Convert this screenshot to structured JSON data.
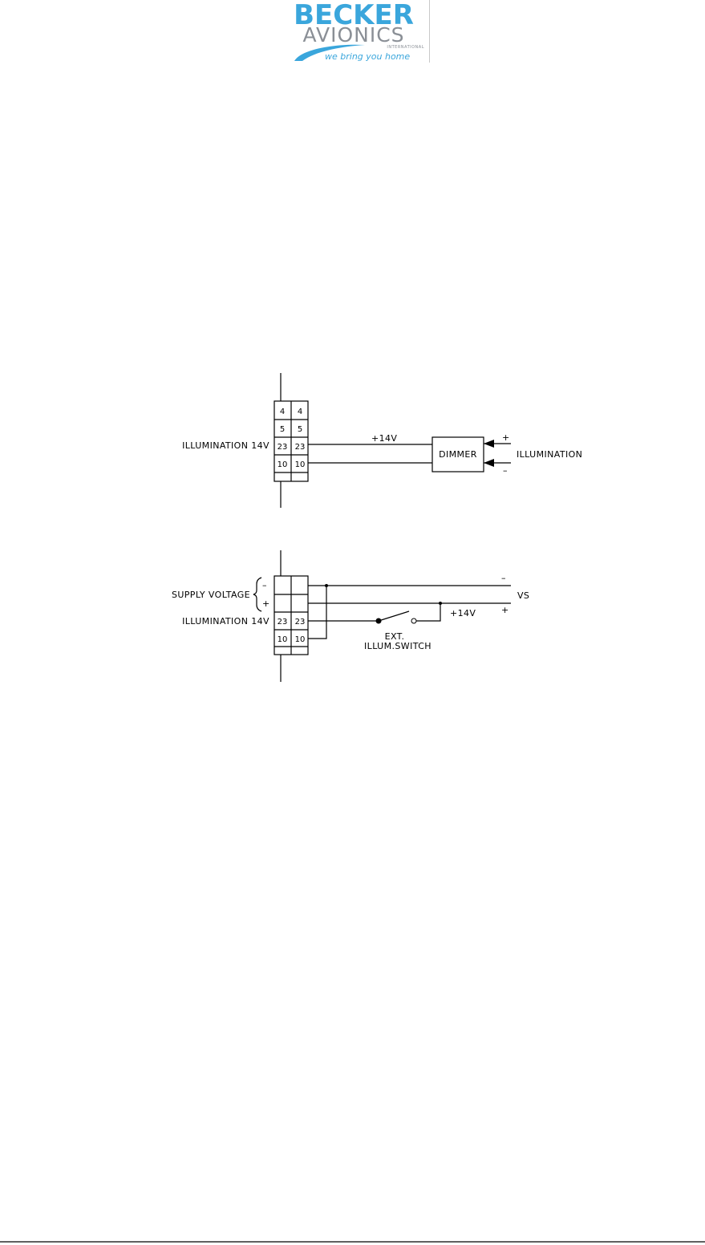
{
  "logo": {
    "line1": "BECKER",
    "line2": "AVIONICS",
    "line3": "INTERNATIONAL",
    "tagline": "we bring you home",
    "colors": {
      "blue": "#3aa6dc",
      "gray": "#8a8f96"
    }
  },
  "diagram1": {
    "pins": [
      {
        "left": "4",
        "right": "4"
      },
      {
        "left": "5",
        "right": "5"
      },
      {
        "left": "23",
        "right": "23"
      },
      {
        "left": "10",
        "right": "10"
      }
    ],
    "illumination_label": "ILLUMINATION 14V",
    "wire_label": "+14V",
    "dimmer_label": "DIMMER",
    "plus": "+",
    "minus": "–",
    "input_label": "ILLUMINATION"
  },
  "diagram2": {
    "pins": [
      {
        "left": "",
        "right": ""
      },
      {
        "left": "",
        "right": ""
      },
      {
        "left": "23",
        "right": "23"
      },
      {
        "left": "10",
        "right": "10"
      }
    ],
    "supply_label": "SUPPLY VOLTAGE",
    "supply_minus": "–",
    "supply_plus": "+",
    "illumination_label": "ILLUMINATION 14V",
    "switch_label_1": "EXT.",
    "switch_label_2": "ILLUM.SWITCH",
    "wire_label": "+14V",
    "vs_label": "VS",
    "vs_minus": "–",
    "vs_plus": "+"
  }
}
